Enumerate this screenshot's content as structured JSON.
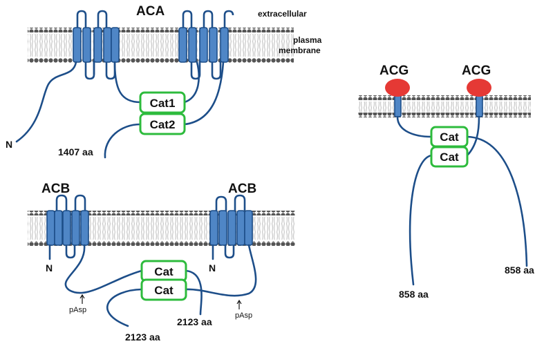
{
  "labels": {
    "extracellular": "extracellular",
    "plasma1": "plasma",
    "plasma2": "membrane",
    "aca": "ACA",
    "acb_left": "ACB",
    "acb_right": "ACB",
    "acg_left": "ACG",
    "acg_right": "ACG",
    "n_terminus": "N",
    "length_aca": "1407 aa",
    "length_acb": "2123 aa",
    "length_acg": "858 aa",
    "pasp": "pAsp"
  },
  "cat_boxes": {
    "cat1": "Cat1",
    "cat2": "Cat2",
    "cat": "Cat"
  },
  "colors": {
    "chain": "#1d4e89",
    "helix": "#4f86c6",
    "catalytic_border": "#2dbb3c",
    "acg_domain": "#e53935",
    "lipid_head": "#555555"
  }
}
